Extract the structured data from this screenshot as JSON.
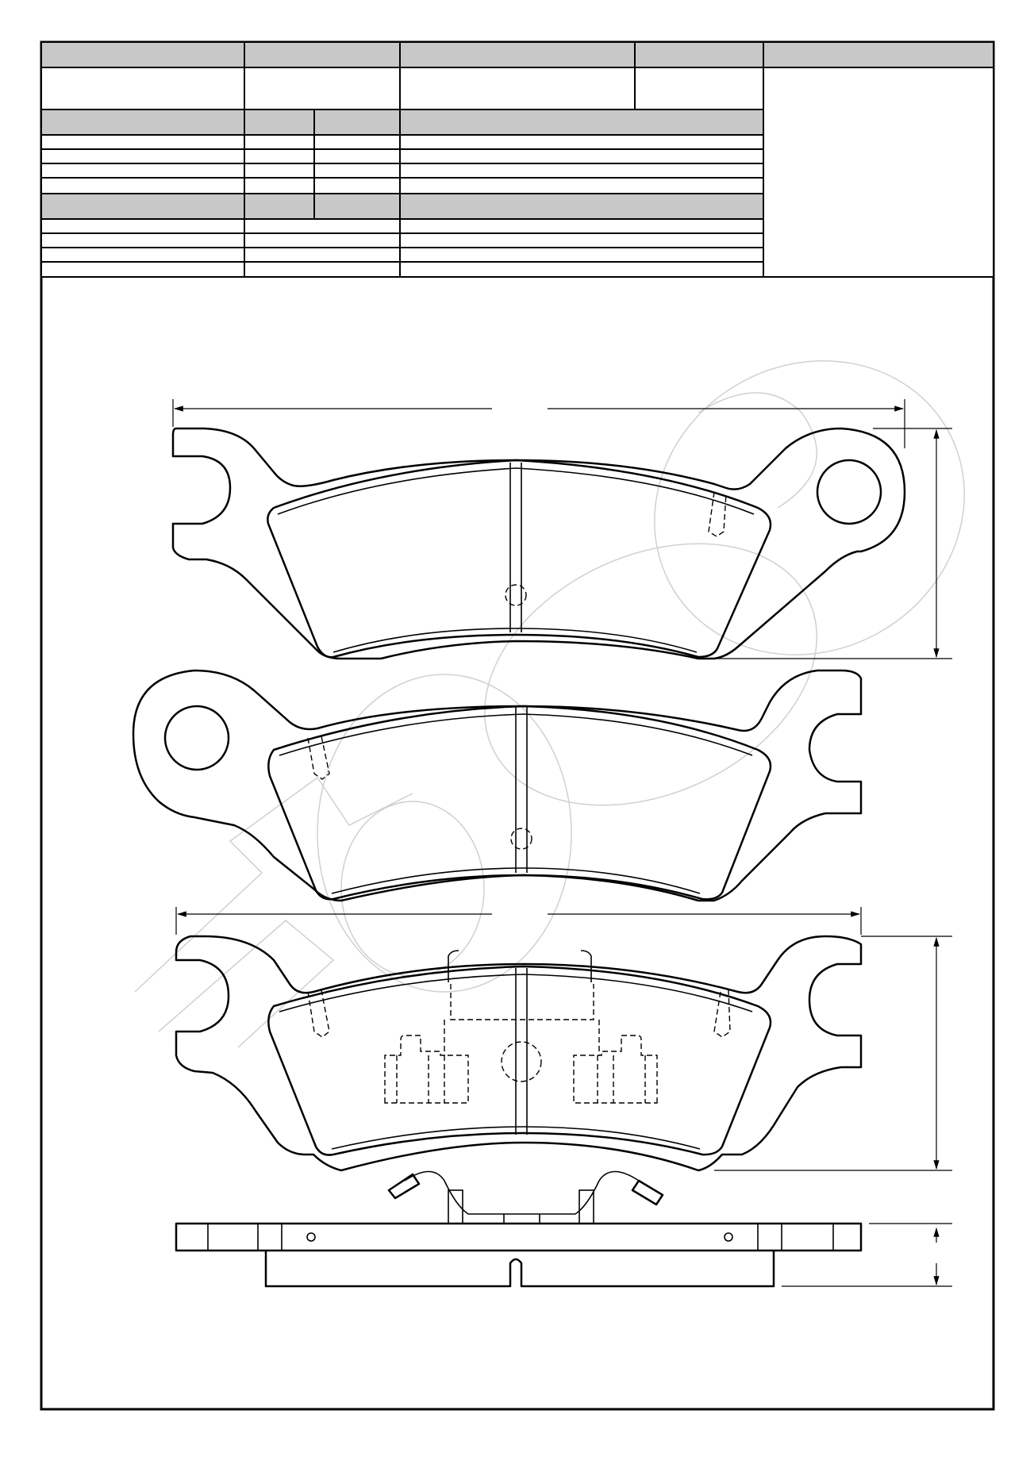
{
  "title_block": {
    "header_labels": [
      "",
      "",
      "",
      "",
      ""
    ],
    "values": [
      "",
      "",
      "",
      ""
    ],
    "table1_headers": [
      "",
      "",
      "",
      ""
    ],
    "table1_rows": [
      [
        "",
        "",
        "",
        ""
      ],
      [
        "",
        "",
        "",
        ""
      ],
      [
        "",
        "",
        "",
        ""
      ],
      [
        "",
        "",
        "",
        ""
      ]
    ],
    "table2_headers": [
      "",
      "",
      ""
    ],
    "table2_rows": [
      [
        "",
        "",
        ""
      ],
      [
        "",
        "",
        ""
      ],
      [
        "",
        "",
        ""
      ],
      [
        "",
        "",
        ""
      ]
    ]
  },
  "drawing": {
    "views": [
      "outer-pad-top-view",
      "inner-pad-top-view",
      "inner-pad-with-clip-view",
      "side-profile-view"
    ],
    "dimension_labels": {
      "overall_width_top": "",
      "overall_height_top": "",
      "overall_width_third": "",
      "overall_height_third": "",
      "thickness": ""
    }
  },
  "colors": {
    "header_fill": "#c8c8c8",
    "line": "#000000",
    "watermark": "#d0d0d0"
  }
}
